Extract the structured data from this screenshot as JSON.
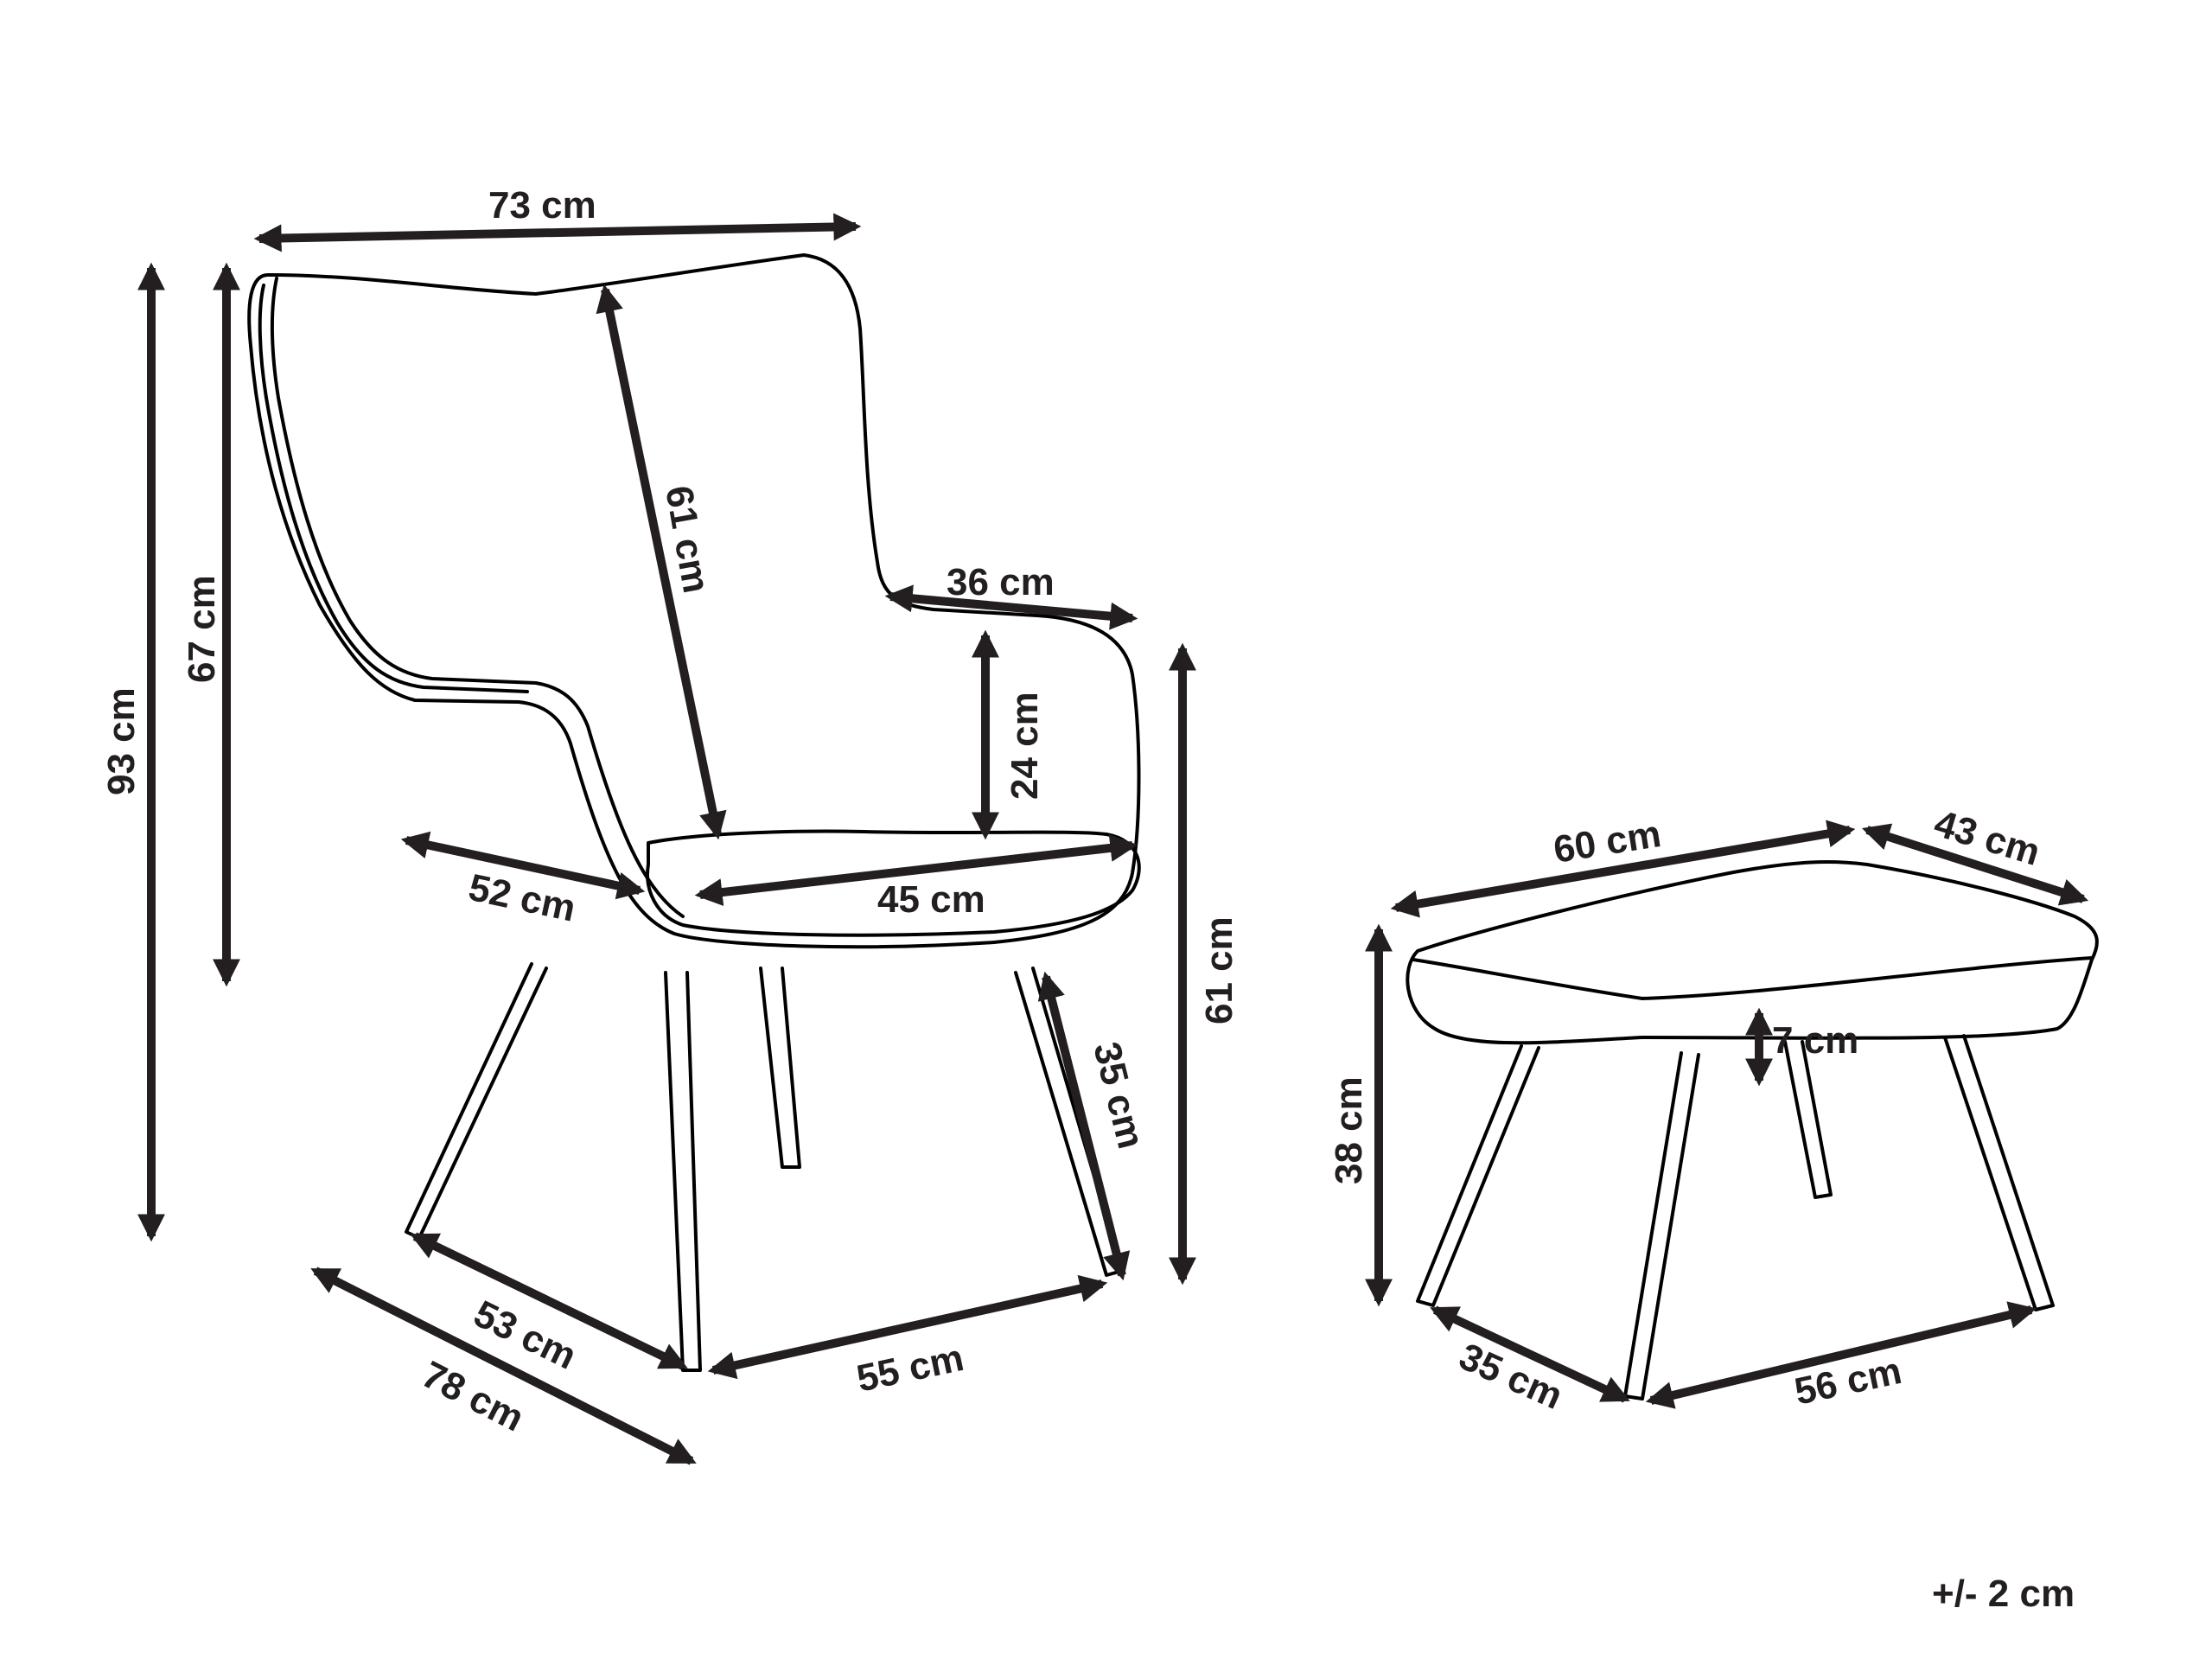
{
  "diagram": {
    "type": "furniture-dimensions",
    "subjects": [
      "armchair",
      "footstool"
    ],
    "colors": {
      "line": "#000000",
      "text": "#231f20",
      "background": "#ffffff"
    },
    "tolerance": "+/- 2 cm",
    "armchair": {
      "width": "73 cm",
      "total_height": "93 cm",
      "backrest_height": "67 cm",
      "backrest_inner_height": "61 cm",
      "armrest_length": "36 cm",
      "armrest_height_from_seat": "24 cm",
      "seat_height": "61 cm",
      "seat_depth": "52 cm",
      "seat_width": "45 cm",
      "leg_length": "35 cm",
      "leg_span_side": "53 cm",
      "leg_span_front": "55 cm",
      "depth": "78 cm"
    },
    "footstool": {
      "width": "60 cm",
      "depth": "43 cm",
      "height": "38 cm",
      "cushion_thickness": "7 cm",
      "leg_span_side": "35 cm",
      "leg_span_front": "56 cm"
    }
  }
}
